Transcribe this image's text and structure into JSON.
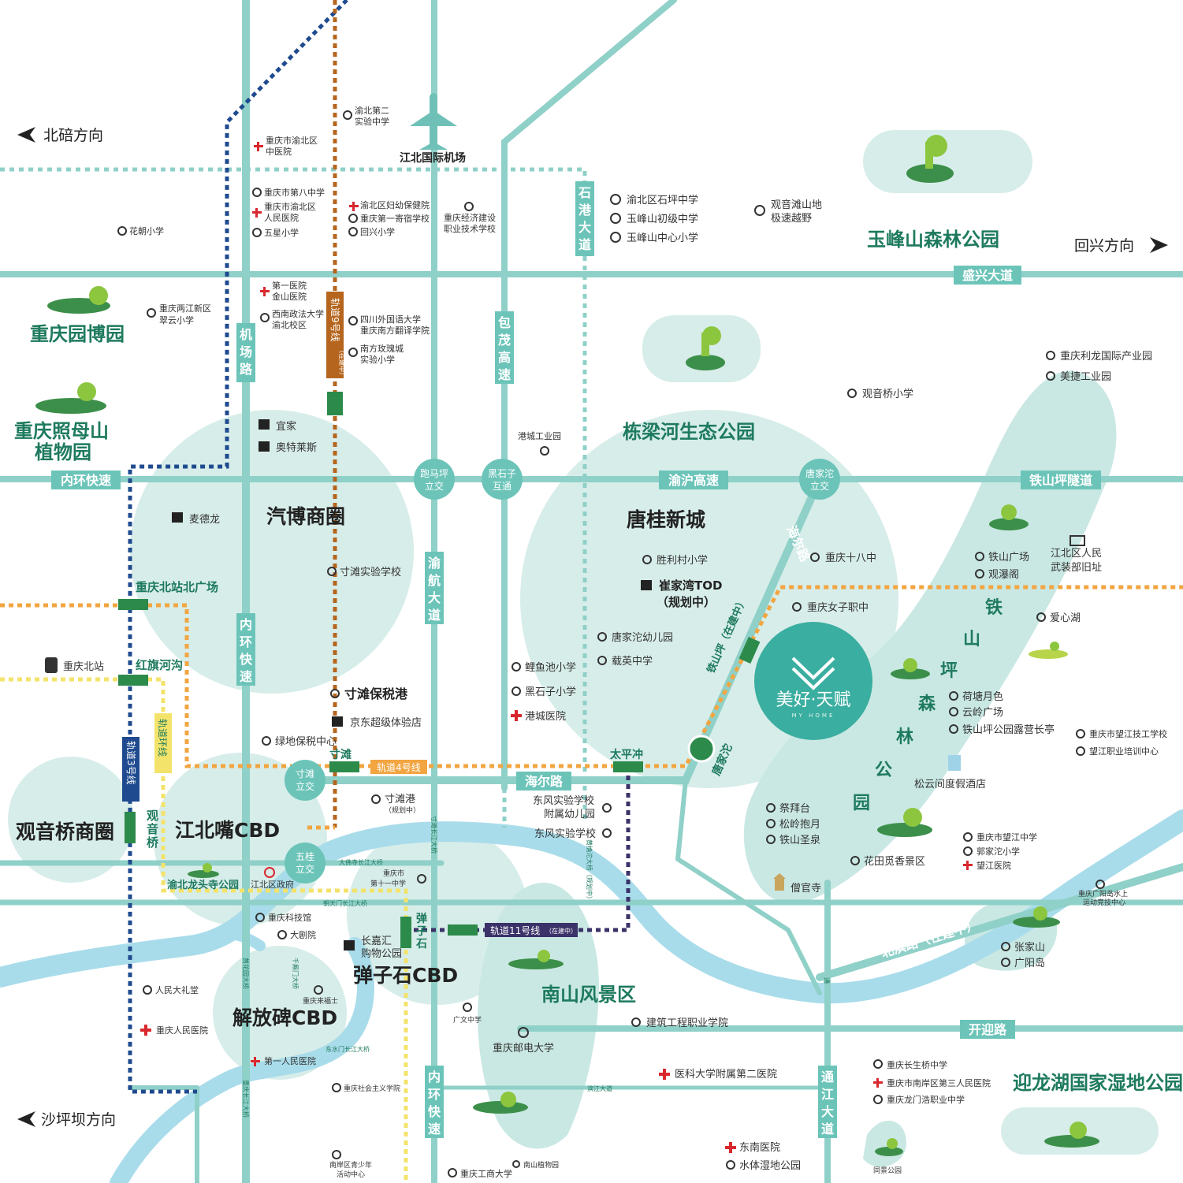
{
  "directions": {
    "north": "北碚方向",
    "east": "回兴方向",
    "southwest": "沙坪坝方向"
  },
  "districts": {
    "qibo": "汽博商圈",
    "tanggui": "唐桂新城",
    "guanyinqiao": "观音桥商圈",
    "jiangbeizui": "江北嘴CBD",
    "danzishi": "弹子石CBD",
    "jiefangbei": "解放碑CBD"
  },
  "parks": {
    "yufeng": "玉峰山森林公园",
    "yuanbo": "重庆园博园",
    "zhaomu": [
      "重庆照母山",
      "植物园"
    ],
    "dongliang": "栋梁河生态公园",
    "nanshan": "南山风景区",
    "yinglong": "迎龙湖国家湿地公园",
    "tieshanping_chars": [
      "铁",
      "山",
      "坪",
      "森",
      "林",
      "公",
      "园"
    ]
  },
  "roads": {
    "shengxing": "盛兴大道",
    "neihuan_w": "内环快速",
    "neihuan_v": [
      "内",
      "环",
      "快",
      "速"
    ],
    "neihuan_s": [
      "内",
      "环",
      "快",
      "速"
    ],
    "yuhu": "渝沪高速",
    "tieshanping_tunnel": "铁山坪隧道",
    "jichang": [
      "机",
      "场",
      "路"
    ],
    "yuhang": [
      "渝",
      "航",
      "大",
      "道"
    ],
    "baomao": [
      "包",
      "茂",
      "高",
      "速"
    ],
    "shigang": [
      "石",
      "港",
      "大",
      "道"
    ],
    "haier_label": "海尔路",
    "haier_diag": "海尔路",
    "beibin": "北滨路（在建中）",
    "kaiying": "开迎路",
    "tongjiang": [
      "通",
      "江",
      "大",
      "道"
    ],
    "huangjuetuo": "黄桷沱大桥（规划中）",
    "dafosi": "大佛寺长江大桥",
    "chaotianmen": "朝天门长江大桥",
    "dongshuimen": "东水门长江大桥",
    "qianximen": "千厮门大桥",
    "huangguan": "黄花园大桥",
    "chongqing_changjiang": "重庆长江大桥",
    "cuntan_changjiang": "寸滩长江大桥",
    "nanbin": "滨江大道"
  },
  "interchanges": {
    "paomaping": [
      "跑马坪",
      "立交"
    ],
    "heishizi": [
      "黑石子",
      "互通"
    ],
    "tangjiatuo": [
      "唐家沱",
      "立交"
    ],
    "cuntan": [
      "寸滩",
      "立交"
    ],
    "wugui": [
      "五桂",
      "立交"
    ]
  },
  "metro": {
    "line9": "轨道9号线",
    "line9_note": "（在建中）",
    "line4": "轨道4号线",
    "line3": "轨道3号线",
    "loop": "轨道环线",
    "line11": "轨道11号线",
    "line11_note": "（在建中）",
    "tieshanping_line": "铁山坪（在建中）",
    "stations": {
      "north_square": "重庆北站北广场",
      "hongqihegou": "红旗河沟",
      "cuntan": "寸滩",
      "taipingchong": "太平冲",
      "tangjiatuo": "唐家沱",
      "guanyinqiao": "观音桥",
      "danzishi": "弹子石",
      "chongqing_north": "重庆北站"
    }
  },
  "airport": "江北国际机场",
  "project": {
    "name": "美好·天赋",
    "sub": "MY HOME"
  },
  "pois": {
    "hospital_yubei_tcm": [
      "重庆市渝北区",
      "中医院"
    ],
    "yubei2": [
      "渝北第二",
      "实验中学"
    ],
    "no8": "重庆市第八中学",
    "yubei_people": [
      "重庆市渝北区",
      "人民医院"
    ],
    "wuxing": "五星小学",
    "yubei_maternity": "渝北区妇幼保健院",
    "no1_boarding": "重庆第一寄宿学校",
    "huixing": "回兴小学",
    "economic_college": [
      "重庆经济建设",
      "职业技术学校"
    ],
    "shiping": "渝北区石坪中学",
    "yufeng_junior": "玉峰山初级中学",
    "yufeng_center": "玉峰山中心小学",
    "guanyintan": [
      "观音滩山地",
      "极速越野"
    ],
    "huachao": "花朝小学",
    "lianjiang": [
      "重庆两江新区",
      "翠云小学"
    ],
    "jinshan": [
      "第一医院",
      "金山医院"
    ],
    "xinan": [
      "西南政法大学",
      "渝北校区"
    ],
    "sichuan_foreign": [
      "四川外国语大学",
      "重庆南方翻译学院"
    ],
    "nanfang_rose": [
      "南方玫瑰城",
      "实验小学"
    ],
    "ikea": "宜家",
    "outlets": "奥特莱斯",
    "gangcheng_industry": "港城工业园",
    "macalline": "麦德龙",
    "cuntan_exp": "寸滩实验学校",
    "shengli": "胜利村小学",
    "cuijiawan": "崔家湾TOD",
    "cuijiawan_note": "（规划中）",
    "tangjiatuo_kg": "唐家沱幼儿园",
    "zaiying": "载英中学",
    "liyuchi": "鲤鱼池小学",
    "heishizi_school": "黑石子小学",
    "gangcheng_hospital": "港城医院",
    "bonded": "寸滩保税港",
    "jd": "京东超级体验店",
    "greenland": "绿地保税中心",
    "cuntan_port": "寸滩港",
    "cuntan_port_note": "（规划中）",
    "dongfeng_kg": [
      "东风实验学校",
      "附属幼儿园"
    ],
    "dongfeng": "东风实验学校",
    "chongqing18": "重庆十八中",
    "women_vocational": "重庆女子职中",
    "guanyinqiao_school": "观音桥小学",
    "lilong": "重庆利龙国际产业园",
    "meijie": "美捷工业园",
    "tieshan_square": "铁山广场",
    "guanpu": "观瀑阁",
    "armed": [
      "江北区人民",
      "武装部旧址"
    ],
    "aixin": "爱心湖",
    "hetang": "荷塘月色",
    "yunling": "云岭广场",
    "tieshanping_camp": "铁山坪公园露营长亭",
    "wangjiang_tech": "重庆市望江技工学校",
    "wangjiang_vocational": "望江职业培训中心",
    "songyun": "松云间度假酒店",
    "jibaitai": "祭拜台",
    "songlingbaoyue": "松岭抱月",
    "tieshan_spring": "铁山圣泉",
    "huatianmi": "花田觅香景区",
    "sengguan": "僧官寺",
    "wangjiang_middle": "重庆市望江中学",
    "guojiatuo": "郭家沱小学",
    "wangjiang_hospital": "望江医院",
    "guangyang_sports": [
      "重庆广阳岛水上",
      "运动竞技中心"
    ],
    "zhangjiashan": "张家山",
    "guangyangdao": "广阳岛",
    "jiangbei_gov": "江北区政府",
    "longtousi": "渝北龙头寺公园",
    "no11": [
      "重庆市",
      "第十一中学"
    ],
    "science_museum": "重庆科技馆",
    "grand_theatre": "大剧院",
    "changjiahui": [
      "长嘉汇",
      "购物公园"
    ],
    "great_hall": "人民大礼堂",
    "laifushi": "重庆来福士",
    "people_hospital": "重庆人民医院",
    "no1_hospital": "第一人民医院",
    "socialism": "重庆社会主义学院",
    "guangwen": "广文中学",
    "posts": "重庆邮电大学",
    "architecture": "建筑工程职业学院",
    "medical2": "医科大学附属第二医院",
    "changsheng": "重庆长生桥中学",
    "nanan3": "重庆市南岸区第三人民医院",
    "longmenhao": "重庆龙门浩职业中学",
    "dongnan": "东南医院",
    "shuiti": "水体湿地公园",
    "youth": [
      "南岸区青少年",
      "活动中心"
    ],
    "gongshang": "重庆工商大学",
    "nanshan_botanic": "南山植物园",
    "tongjing": "同景公园"
  },
  "colors": {
    "road": "#8fd0c8",
    "green_area": "#d7ede9",
    "river": "#a9dcea",
    "metro_line3": "#1f4a8f",
    "metro_line9": "#b5651d",
    "metro_line4": "#f2a541",
    "metro_loop": "#f3e36a",
    "metro_line11": "#3a3268",
    "metro_planned": "#8fd0c8",
    "project": "#3aaea0",
    "park_text": "#1e7a5e"
  }
}
